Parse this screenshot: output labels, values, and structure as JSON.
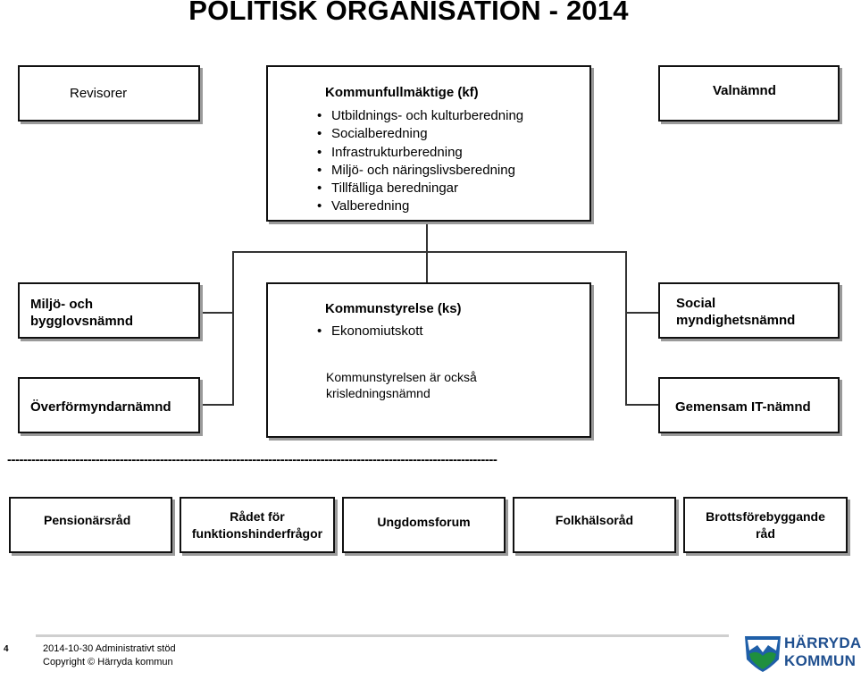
{
  "title": "POLITISK ORGANISATION - 2014",
  "boxes": {
    "revisorer": "Revisorer",
    "kf_title": "Kommunfullmäktige (kf)",
    "kf_items": [
      "Utbildnings- och kulturberedning",
      "Socialberedning",
      "Infrastrukturberedning",
      "Miljö- och näringslivsberedning",
      "Tillfälliga beredningar",
      "Valberedning"
    ],
    "valnamnd": "Valnämnd",
    "miljo_line1": "Miljö- och",
    "miljo_line2": "bygglovsnämnd",
    "ks_title": "Kommunstyrelse (ks)",
    "ks_items": [
      "Ekonomiutskott"
    ],
    "ks_note_line1": "Kommunstyrelsen är också",
    "ks_note_line2": "krisledningsnämnd",
    "social_line1": "Social",
    "social_line2": "myndighetsnämnd",
    "overformyndar": "Överförmyndarnämnd",
    "it_namnd": "Gemensam IT-nämnd"
  },
  "separator": "--------------------------------------------------------------------------------------------------------------------------",
  "councils": {
    "pension": "Pensionärsråd",
    "radet_line1": "Rådet för",
    "radet_line2": "funktionshinderfrågor",
    "ungdom": "Ungdomsforum",
    "folkhalso": "Folkhälsoråd",
    "brott_line1": "Brottsförebyggande",
    "brott_line2": "råd"
  },
  "footer": {
    "page_number": "4",
    "date_line": "2014-10-30  Administrativt stöd",
    "copyright_line": "Copyright © Härryda kommun",
    "logo_line1": "HÄRRYDA",
    "logo_line2": "KOMMUN",
    "logo_colors": {
      "blue": "#1f5fa8",
      "green": "#1f8f3e"
    }
  }
}
